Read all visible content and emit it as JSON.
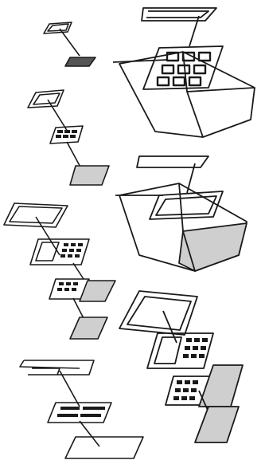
{
  "figure": {
    "colors": {
      "ink": "#1a1a1a",
      "paper": "#ffffff",
      "shade_light": "#cfcfcf",
      "shade_dark": "#555555"
    },
    "panels": [
      {
        "id": "small-1",
        "kind": "small stack"
      },
      {
        "id": "small-2",
        "kind": "small stack"
      },
      {
        "id": "small-3",
        "kind": "small stack"
      },
      {
        "id": "small-4",
        "kind": "small stack"
      },
      {
        "id": "large-1",
        "kind": "isometric box"
      },
      {
        "id": "large-2",
        "kind": "isometric box"
      },
      {
        "id": "large-3",
        "kind": "isometric stack"
      }
    ]
  }
}
